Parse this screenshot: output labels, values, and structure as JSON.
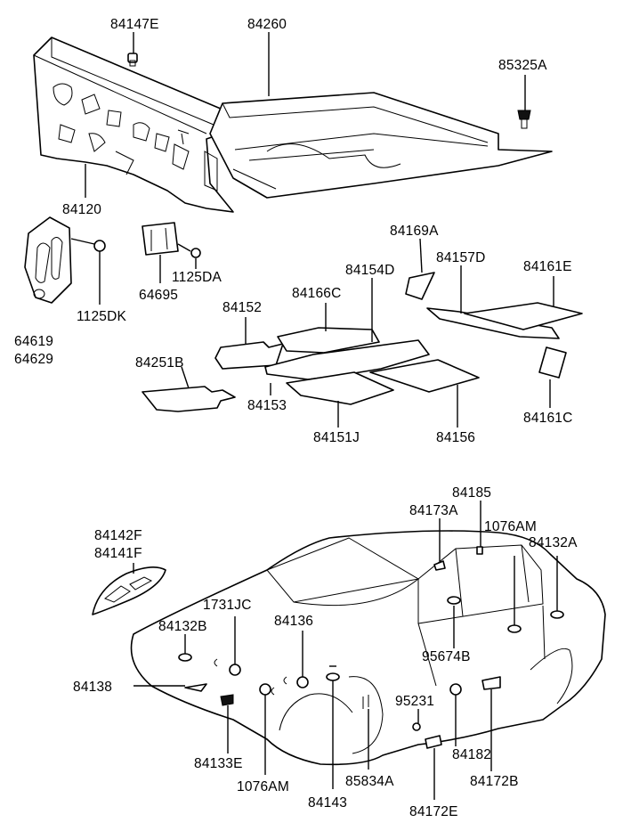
{
  "labels": {
    "l84147E": "84147E",
    "l84260": "84260",
    "l85325A": "85325A",
    "l84120": "84120",
    "l84169A": "84169A",
    "l84157D": "84157D",
    "l84161E": "84161E",
    "l84154D": "84154D",
    "l1125DA": "1125DA",
    "l64695": "64695",
    "l84166C": "84166C",
    "l84152": "84152",
    "l1125DK": "1125DK",
    "l64619": "64619",
    "l64629": "64629",
    "l84251B": "84251B",
    "l84161C": "84161C",
    "l84153": "84153",
    "l84151J": "84151J",
    "l84156": "84156",
    "l84185": "84185",
    "l84173A": "84173A",
    "l1076AM_top": "1076AM",
    "l84132A": "84132A",
    "l84142F": "84142F",
    "l84141F": "84141F",
    "l1731JC": "1731JC",
    "l84136": "84136",
    "l84132B": "84132B",
    "l95674B": "95674B",
    "l84138": "84138",
    "l95231": "95231",
    "l84133E": "84133E",
    "l1076AM_bottom": "1076AM",
    "l84143": "84143",
    "l85834A": "85834A",
    "l84182": "84182",
    "l84172B": "84172B",
    "l84172E": "84172E"
  }
}
